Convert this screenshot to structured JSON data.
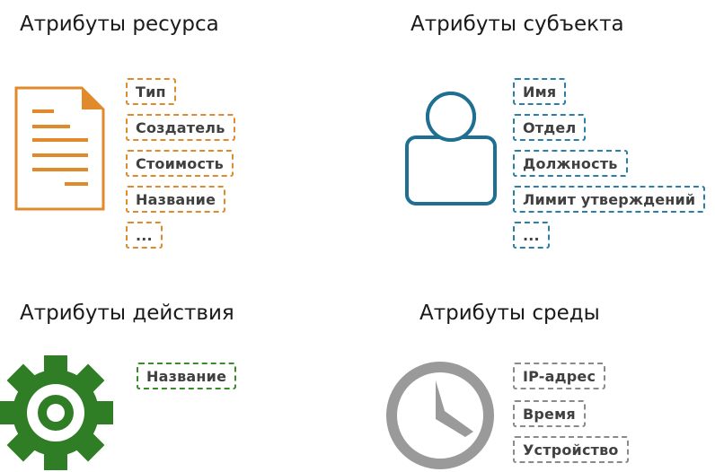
{
  "resource": {
    "title": "Атрибуты ресурса",
    "icon": "document-icon",
    "color": "#e08a2c",
    "items": [
      "Тип",
      "Создатель",
      "Стоимость",
      "Название",
      "..."
    ]
  },
  "subject": {
    "title": "Атрибуты субъекта",
    "icon": "user-icon",
    "color": "#1f6f93",
    "items": [
      "Имя",
      "Отдел",
      "Должность",
      "Лимит утверждений",
      "..."
    ]
  },
  "action": {
    "title": "Атрибуты действия",
    "icon": "gear-icon",
    "color": "#2f7d24",
    "items": [
      "Название"
    ]
  },
  "environment": {
    "title": "Атрибуты среды",
    "icon": "clock-icon",
    "color": "#9a9a9a",
    "items": [
      "IP-адрес",
      "Время",
      "Устройство"
    ]
  }
}
